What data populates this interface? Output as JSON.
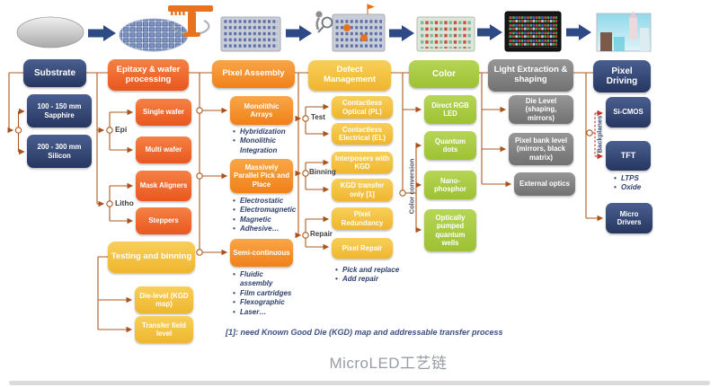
{
  "title": "MicroLED工艺链",
  "footnote": "[1]: need Known Good Die (KGD) map and addressable transfer process",
  "colors": {
    "dark_blue": "#2d4373",
    "orange_red": "#ee6325",
    "orange": "#f6921e",
    "yellow": "#f2bf3a",
    "green": "#a8c93d",
    "gray": "#7d7d7d",
    "connector": "#ad5a20",
    "flow_arrow_blue": "#2d4a86",
    "tool_orange": "#e8721d"
  },
  "flow_icons": [
    "blank-wafer-icon",
    "flow-arrow-icon",
    "patterned-wafer-icon",
    "pick-place-tool-icon",
    "die-array-icon",
    "inspection-magnifier-icon",
    "defect-marked-array-icon",
    "flag-marker-icon",
    "binned-color-array-icon",
    "rgb-led-panel-icon",
    "display-image-icon"
  ],
  "columns": {
    "substrate": {
      "header": "Substrate",
      "sapphire": "100 - 150 mm Sapphire",
      "silicon": "200 - 300 mm Silicon"
    },
    "epitaxy": {
      "header": "Epitaxy & wafer processing",
      "epi_label": "Epi",
      "litho_label": "Litho",
      "single": "Single wafer",
      "multi": "Multi wafer",
      "mask": "Mask Aligners",
      "steppers": "Steppers"
    },
    "testing": {
      "header": "Testing and binning",
      "die_level": "Die-level (KGD map)",
      "transfer": "Transfer field level"
    },
    "assembly": {
      "header": "Pixel Assembly",
      "monolithic": "Monolithic Arrays",
      "monolithic_bullets": [
        "Hybridization",
        "Monolithic Integration"
      ],
      "massively": "Massively Parallel Pick and Place",
      "massively_bullets": [
        "Electrostatic",
        "Electromagnetic",
        "Magnetic",
        "Adhesive…"
      ],
      "semi": "Semi-continuous",
      "semi_bullets": [
        "Fluidic assembly",
        "Film cartridges",
        "Flexographic",
        "Laser…"
      ]
    },
    "defect": {
      "header": "Defect Management",
      "test_label": "Test",
      "binning_label": "Binning",
      "repair_label": "Repair",
      "optical": "Contactless Optical (PL)",
      "electrical": "Contactless Electrical (EL)",
      "interposers": "Interposers with KGD",
      "kgd_transfer": "KGD transfer only [1]",
      "redundancy": "Pixel Redundancy",
      "pixel_repair": "Pixel Repair",
      "repair_bullets": [
        "Pick and replace",
        "Add repair"
      ]
    },
    "color": {
      "header": "Color",
      "conversion_label": "Color conversion",
      "direct_rgb": "Direct RGB LED",
      "quantum_dots": "Quantum dots",
      "nano_phosphor": "Nano-phosphor",
      "opqw": "Optically pumped quantum wells"
    },
    "light": {
      "header": "Light Extraction & shaping",
      "die_level": "Die Level (shaping, mirrors)",
      "pixel_bank": "Pixel bank level (mirrors, black matrix)",
      "external": "External optics"
    },
    "driving": {
      "header": "Pixel Driving",
      "backplanes_label": "Backplanes",
      "si_cmos": "Si-CMOS",
      "tft": "TFT",
      "tft_bullets": [
        "LTPS",
        "Oxide"
      ],
      "micro_drivers": "Micro Drivers"
    }
  }
}
